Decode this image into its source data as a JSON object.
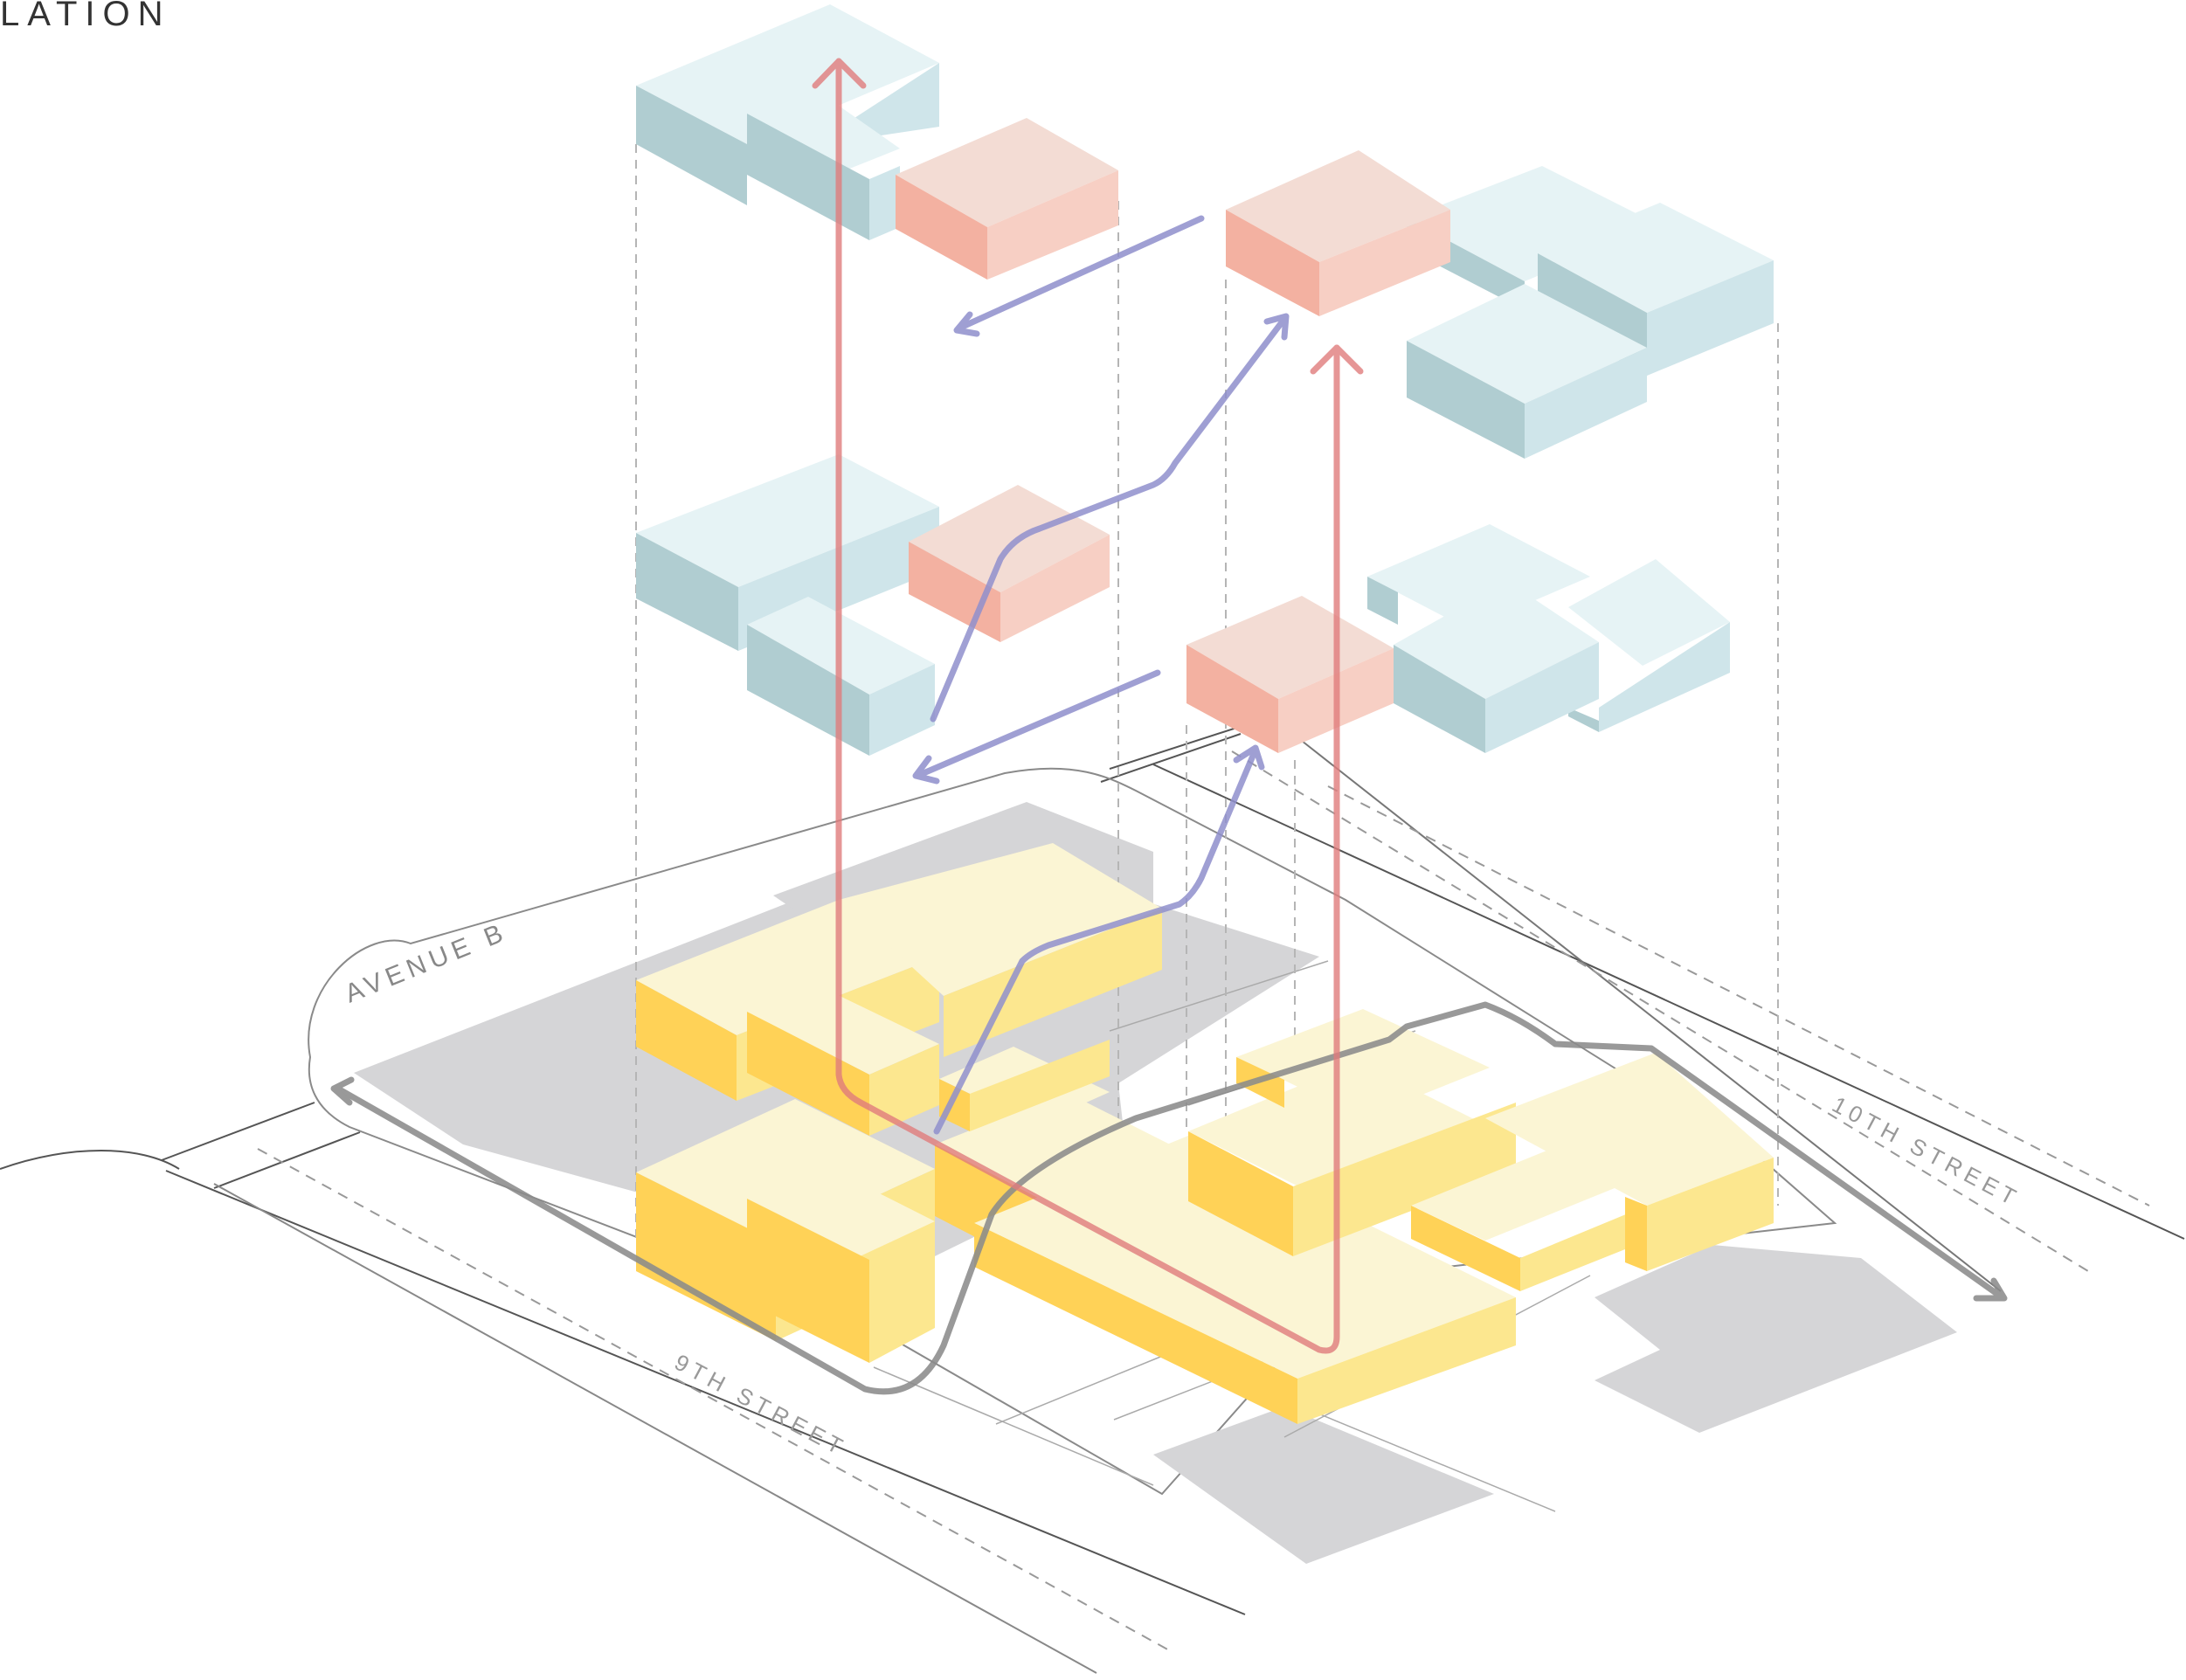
{
  "header": {
    "title": "LATION"
  },
  "streets": {
    "avenue_b": "AVENUE B",
    "ninth_street": "9TH STREET",
    "tenth_street": "10TH STREET"
  },
  "colors": {
    "yellow_top": "#fbf5d4",
    "yellow_left": "#ffd257",
    "yellow_right": "#fce78f",
    "blue_top": "#e6f3f5",
    "blue_left": "#b0cdd1",
    "blue_right": "#cfe5ea",
    "pink_top": "#f3dcd4",
    "pink_left": "#f3b1a1",
    "pink_right": "#f7cfc4",
    "shadow": "#d5d5d7",
    "red_arrow": "#e07c7c",
    "purple_arrow": "#8f8fcc",
    "gray_arrow": "#8b8b8b"
  },
  "icons": {
    "vertical_arrow": "arrow-up-icon",
    "diagonal_arrow": "arrow-diagonal-icon",
    "loop_arrow": "double-headed-arrow-icon"
  }
}
